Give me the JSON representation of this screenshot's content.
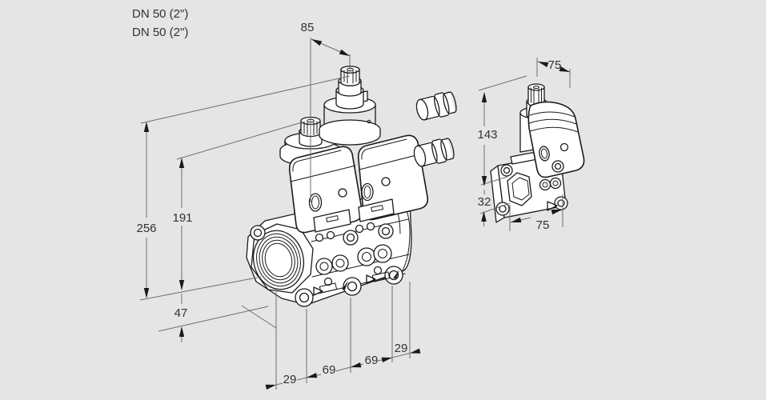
{
  "colors": {
    "background": "#e5e5e5",
    "artwork_line": "#1a1a1a",
    "dimension_line": "#6e6e6e",
    "dimension_text": "#323232"
  },
  "port_labels": {
    "line1": "DN 50 (2\")",
    "line2": "DN 50 (2\")"
  },
  "front_view": {
    "top_width": "85",
    "total_height": "256",
    "actuator_height": "191",
    "base_offset": "47",
    "bottom_chain": [
      "29",
      "69",
      "69",
      "29"
    ]
  },
  "side_view": {
    "top_width": "75",
    "total_height": "143",
    "body_height": "32",
    "bottom_width": "75"
  }
}
